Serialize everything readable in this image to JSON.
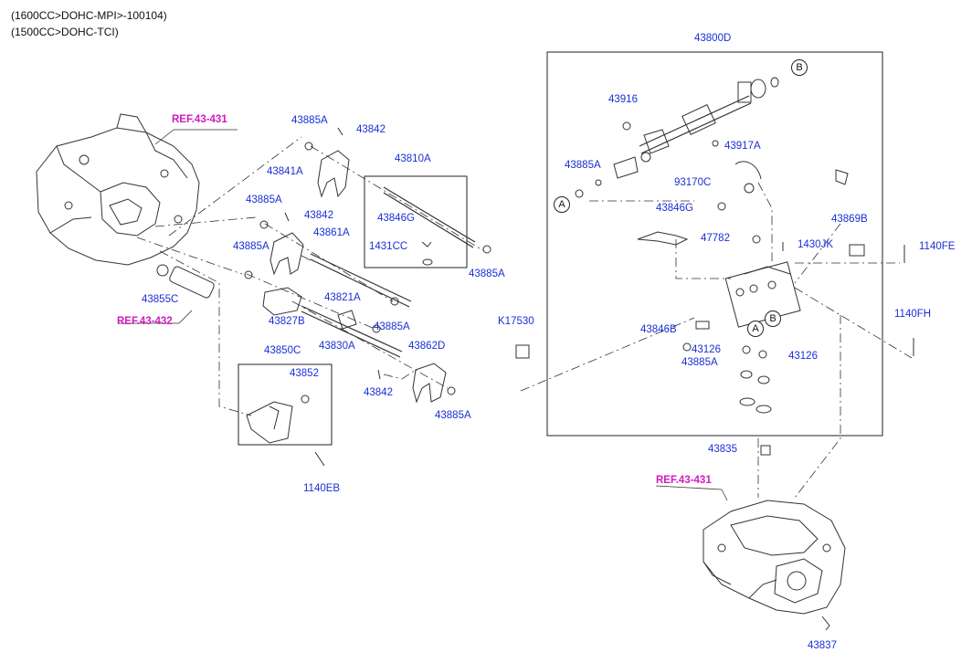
{
  "header": {
    "line1": "(1600CC>DOHC-MPI>-100104)",
    "line2": "(1500CC>DOHC-TCI)"
  },
  "references": {
    "ref_top": "REF.43-431",
    "ref_mid": "REF.43-432",
    "ref_bottom": "REF.43-431"
  },
  "callouts": {
    "a": "A",
    "b": "B"
  },
  "parts": {
    "p43800D": "43800D",
    "p43916": "43916",
    "p43917A": "43917A",
    "p43885A_r": "43885A",
    "p93170C": "93170C",
    "p43846G_r": "43846G",
    "p47782": "47782",
    "p1430JK": "1430JK",
    "p43869B": "43869B",
    "p1140FE": "1140FE",
    "p1140FH": "1140FH",
    "pK17530": "K17530",
    "p43846B": "43846B",
    "p43126_a": "43126",
    "p43126_b": "43126",
    "p43885A_low": "43885A",
    "p43835": "43835",
    "p43837": "43837",
    "p43885A_1": "43885A",
    "p43842_1": "43842",
    "p43841A": "43841A",
    "p43810A": "43810A",
    "p43846G_l": "43846G",
    "p1431CC": "1431CC",
    "p43885A_2": "43885A",
    "p43885A_3": "43885A",
    "p43842_2": "43842",
    "p43861A": "43861A",
    "p43885A_4": "43885A",
    "p43821A": "43821A",
    "p43855C": "43855C",
    "p43827B": "43827B",
    "p43885A_5": "43885A",
    "p43830A": "43830A",
    "p43862D": "43862D",
    "p43850C": "43850C",
    "p43852": "43852",
    "p43842_3": "43842",
    "p43885A_6": "43885A",
    "p1140EB": "1140EB"
  }
}
